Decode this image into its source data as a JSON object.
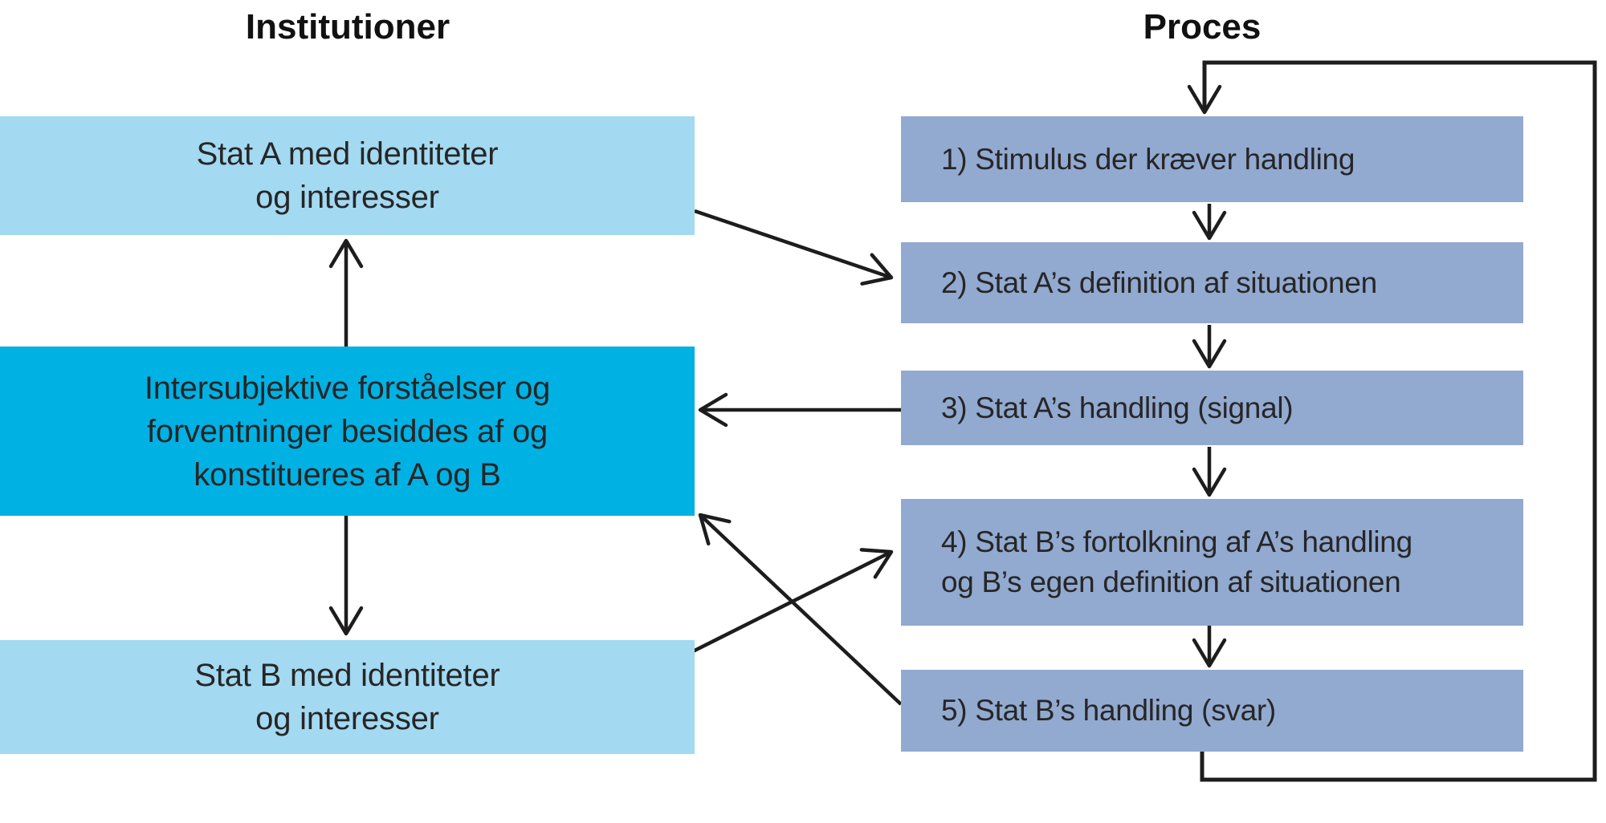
{
  "titles": {
    "institutions": "Institutioner",
    "process": "Proces"
  },
  "institutions": {
    "stat_a": [
      "Stat A med identiteter",
      "og interesser"
    ],
    "intersubjective": [
      "Intersubjektive forståelser og",
      "forventninger besiddes af og",
      "konstitueres af A og B"
    ],
    "stat_b": [
      "Stat B med identiteter",
      "og interesser"
    ]
  },
  "process": {
    "steps": [
      {
        "lines": [
          "1) Stimulus der kræver handling"
        ]
      },
      {
        "lines": [
          "2) Stat A’s definition af situationen"
        ]
      },
      {
        "lines": [
          "3) Stat A’s handling (signal)"
        ]
      },
      {
        "lines": [
          "4) Stat B’s fortolkning af A’s handling",
          "og B’s egen definition af situationen"
        ]
      },
      {
        "lines": [
          "5) Stat B’s handling (svar)"
        ]
      }
    ]
  },
  "colors": {
    "state_box": "#a3d9f1",
    "institution_box": "#00b1e4",
    "process_box": "#92a9d0",
    "arrow": "#1d1d1d"
  }
}
